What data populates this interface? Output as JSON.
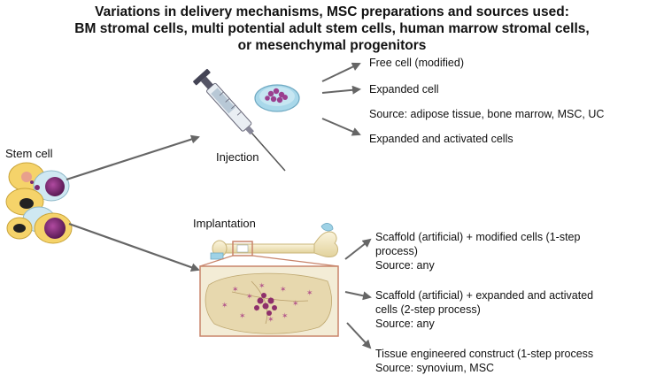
{
  "title": {
    "line1": "Variations in delivery mechanisms, MSC preparations and sources used:",
    "line2": "BM stromal cells, multi potential adult stem cells, human marrow stromal cells,",
    "line3": "or mesenchymal progenitors"
  },
  "stem_cell_label": "Stem cell",
  "injection": {
    "label": "Injection",
    "items": [
      "Free cell (modified)",
      "Expanded cell",
      "Source: adipose tissue, bone marrow,  MSC, UC",
      "Expanded and activated cells"
    ]
  },
  "implantation": {
    "label": "Implantation",
    "items": [
      {
        "line1": "Scaffold (artificial) + modified cells (1-step",
        "line2": "process)",
        "line3": "Source: any"
      },
      {
        "line1": "Scaffold (artificial) + expanded and activated",
        "line2": "cells (2-step process)",
        "line3": "Source: any"
      },
      {
        "line1": "Tissue engineered construct (1-step process",
        "line2": "Source: synovium, MSC"
      }
    ]
  },
  "colors": {
    "arrow": "#666666",
    "cell_membrane": "#f2c94c",
    "nucleus": "#7a2a73",
    "bone": "#efe3b8",
    "petri": "#9ed2e6",
    "zoom_box": "#c8846a"
  }
}
